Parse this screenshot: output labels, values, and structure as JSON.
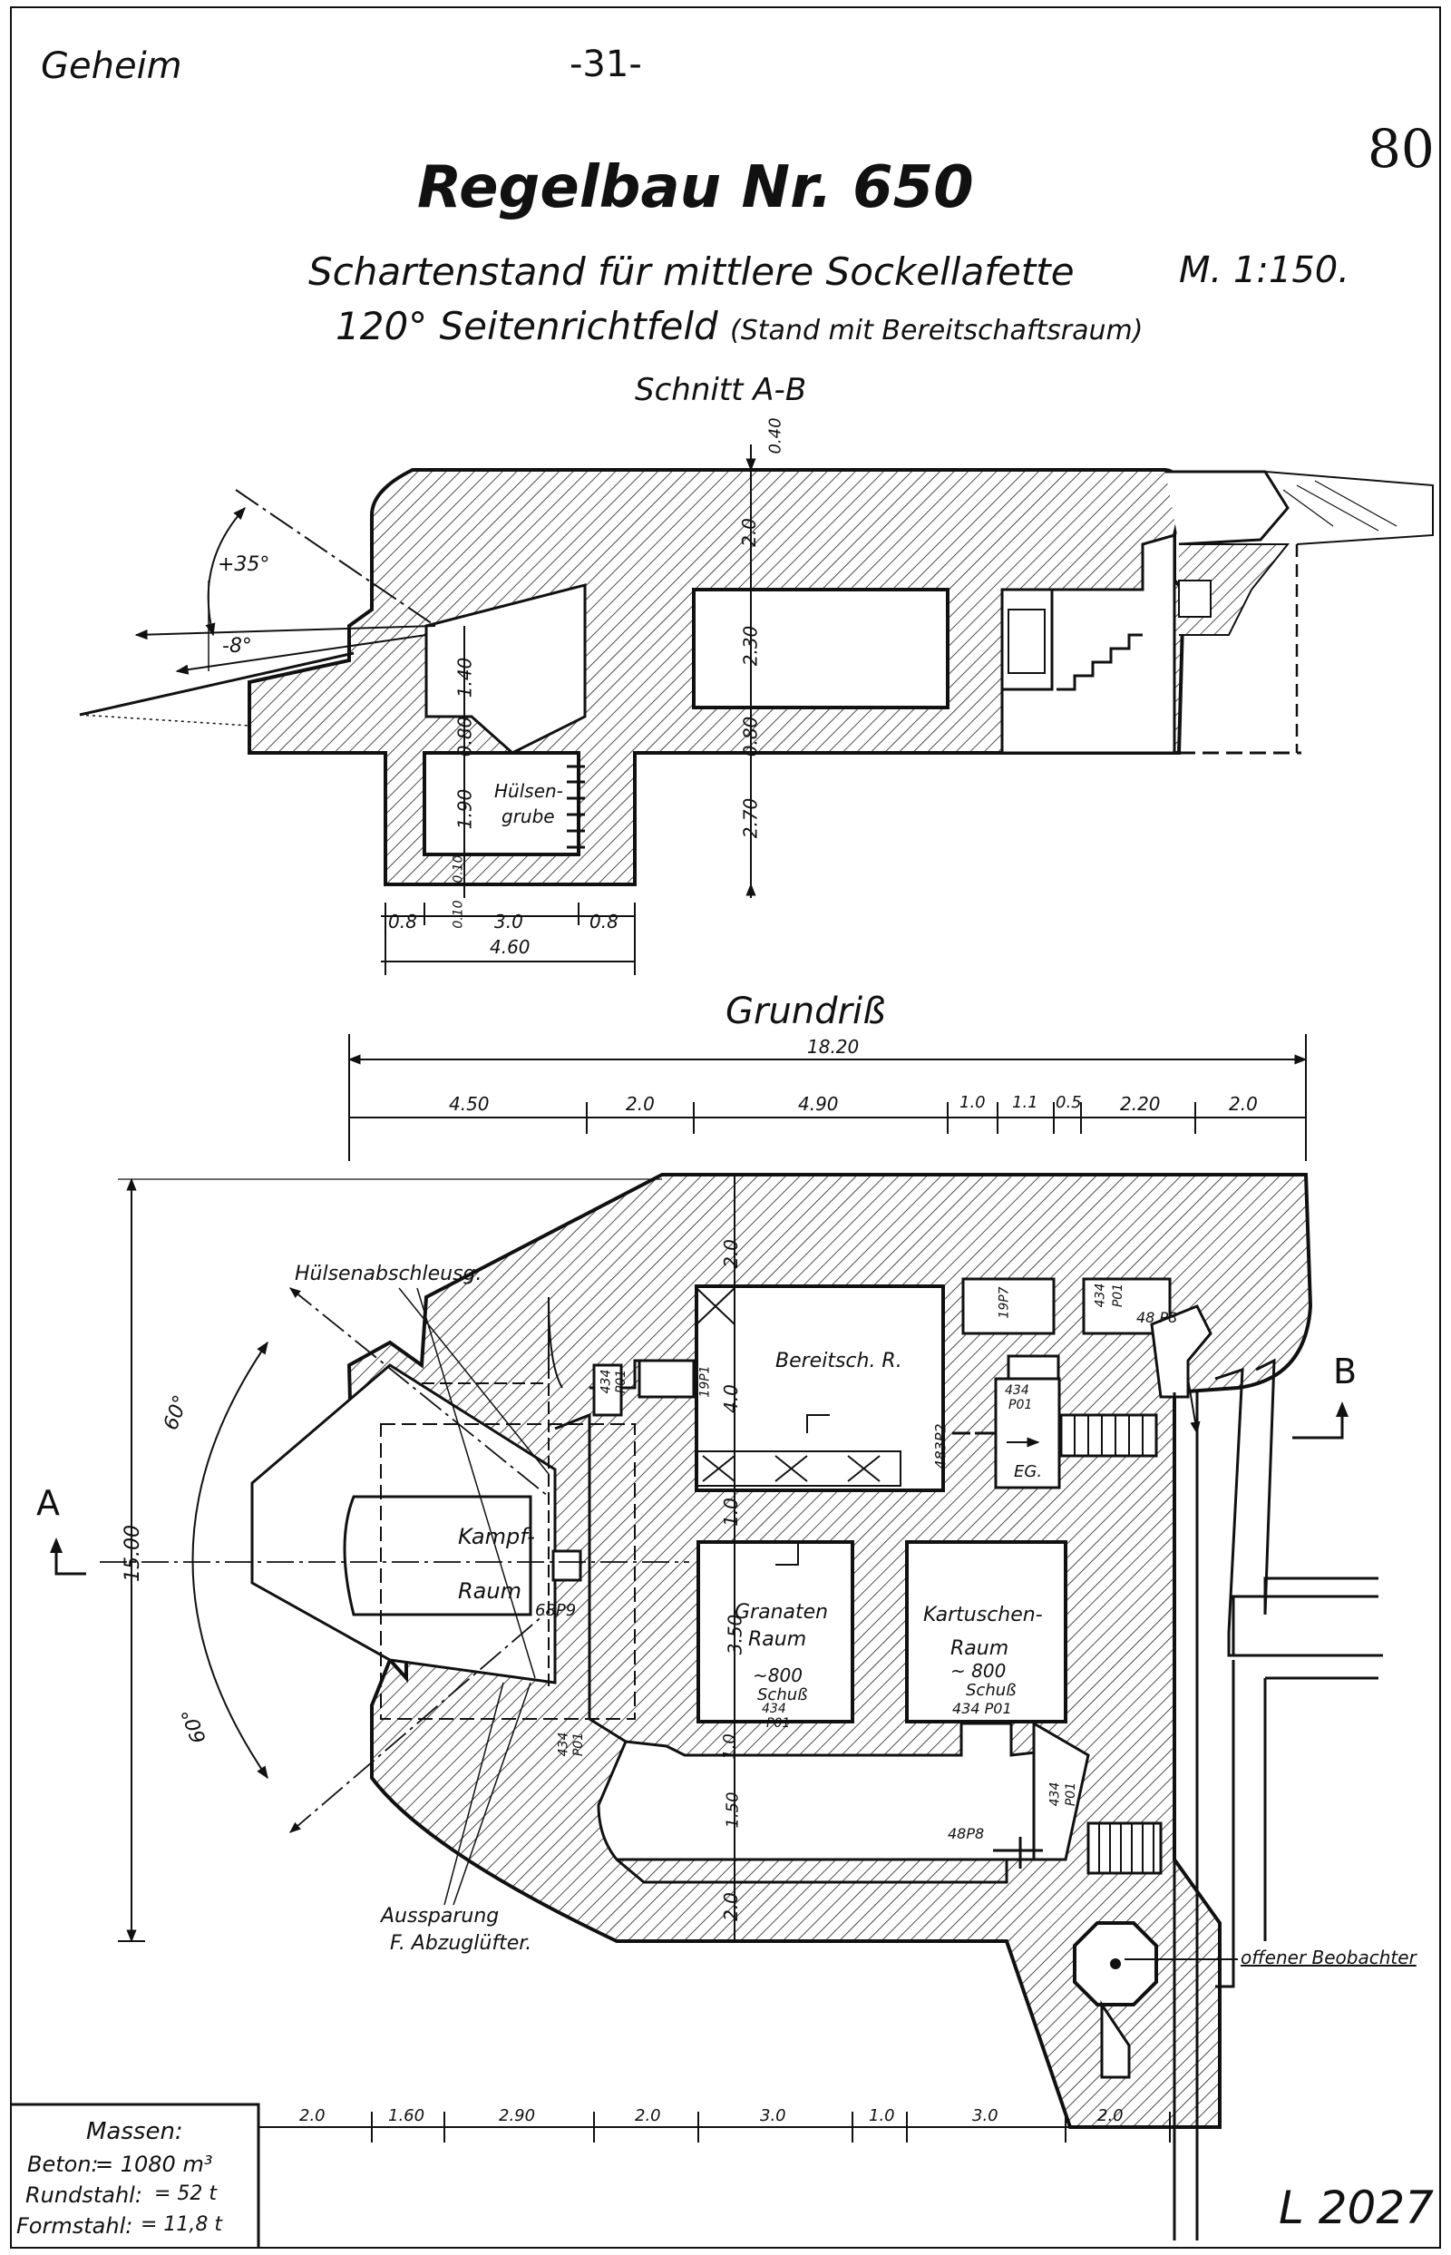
{
  "header": {
    "classification": "Geheim",
    "page_number": "-31-",
    "sheet_number": "80",
    "title": "Regelbau Nr. 650",
    "subtitle_line1": "Schartenstand für mittlere Sockellafette",
    "scale": "M. 1:150.",
    "subtitle_line2": "120° Seitenrichtfeld",
    "subtitle_paren": "(Stand mit Bereitschaftsraum)"
  },
  "section": {
    "title": "Schnitt A-B",
    "angle_up": "+35°",
    "angle_down": "-8°",
    "dim_top": "0.40",
    "dim_roof": "2.0",
    "dim_room": "2.30",
    "dim_floor": "0.80",
    "dim_under": "2.70",
    "dim_left_1": "1.40",
    "dim_left_2": "0.80",
    "dim_left_3": "1.90",
    "dim_left_4": "0.10",
    "dim_left_5": "0.10",
    "pit_label_1": "Hülsen-",
    "pit_label_2": "grube",
    "dim_bottom_a": "0.8",
    "dim_bottom_b": "3.0",
    "dim_bottom_c": "0.8",
    "dim_bottom_total": "4.60"
  },
  "plan": {
    "title": "Grundriß",
    "total_width": "18.20",
    "top_dims": [
      "4.50",
      "2.0",
      "4.90",
      "1.0",
      "1.1",
      "0.5",
      "2.20",
      "2.0"
    ],
    "height_total": "15.00",
    "dim_v1": "2.0",
    "dim_v2": "4.0",
    "dim_v3": "1.0",
    "dim_v4": "3.50",
    "dim_v5": "1.0",
    "dim_v6": "1.50",
    "dim_v7": "2.0",
    "angle_1": "60°",
    "angle_2": "60°",
    "label_shell_ejection": "Hülsenabschleusg.",
    "label_ready_room": "Bereitsch. R.",
    "label_fight_1": "Kampf-",
    "label_fight_2": "Raum",
    "code_68p9": "68P9",
    "label_shell_room_1": "Granaten",
    "label_shell_room_2": "Raum",
    "label_shell_room_3": "~800",
    "label_shell_room_4": "Schuß",
    "code_434p01_a": "434",
    "code_434p01_b": "P01",
    "label_cart_1": "Kartuschen-",
    "label_cart_2": "Raum",
    "label_cart_3": "~ 800",
    "label_cart_4": "Schuß",
    "label_cart_5": "434 P01",
    "code_19p1_a": "19P1",
    "code_19p1_b": "19P7",
    "code_434_top": "434",
    "code_p01_top": "P01",
    "code_48p8_top": "48 P8",
    "code_434_mid": "434",
    "code_p01_mid": "P01",
    "code_483p2": "483P2",
    "label_eg": "EG.",
    "code_434_left": "434",
    "code_p01_left": "P01",
    "code_434_bl": "434",
    "code_p01_bl": "P01",
    "code_48p8_bot": "48P8",
    "code_434_br": "434",
    "code_p01_br": "P01",
    "label_recess_1": "Aussparung",
    "label_recess_2": "F. Abzuglüfter.",
    "label_observer": "offener Beobachter",
    "label_a": "A",
    "label_b": "B",
    "bottom_dims": [
      "2.0",
      "1.60",
      "2.90",
      "2.0",
      "3.0",
      "1.0",
      "3.0",
      "2.0"
    ]
  },
  "masses": {
    "heading": "Massen:",
    "concrete_label": "Beton:",
    "concrete_value": "= 1080 m³",
    "round_steel_label": "Rundstahl:",
    "round_steel_value": "= 52 t",
    "form_steel_label": "Formstahl:",
    "form_steel_value": "= 11,8 t"
  },
  "drawing_number": "L 2027",
  "colors": {
    "ink": "#111111",
    "paper": "#ffffff"
  }
}
